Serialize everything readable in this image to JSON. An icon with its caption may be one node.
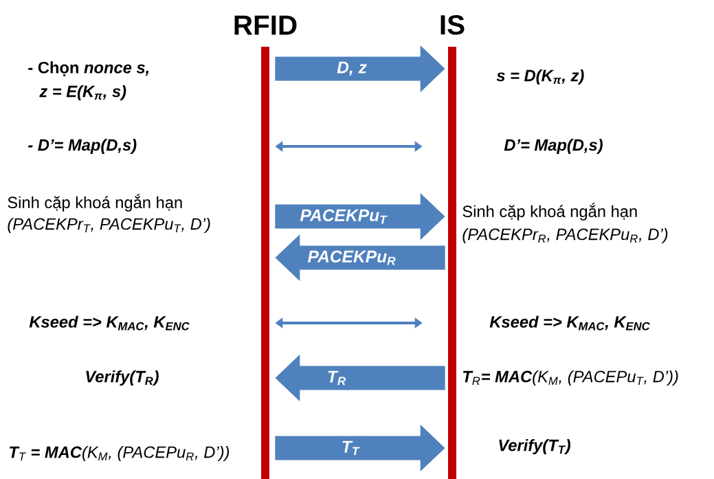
{
  "diagram": {
    "nodes": [
      {
        "text": [
          "RFID"
        ]
      },
      {
        "text": [
          "IS"
        ]
      }
    ],
    "edges": [
      {
        "from": 0,
        "to": 1,
        "arrow": "to",
        "label": "D, z"
      },
      {
        "from": 0,
        "to": 1,
        "arrow": "both"
      },
      {
        "from": 0,
        "to": 1,
        "arrow": "to",
        "label": "PACEKPu$_{T}$"
      },
      {
        "from": 1,
        "to": 0,
        "arrow": "to",
        "label": "PACEKPu$_{R}$"
      },
      {
        "from": 0,
        "to": 1,
        "arrow": "both"
      },
      {
        "from": 1,
        "to": 0,
        "arrow": "to",
        "label": "T$_{R}$"
      },
      {
        "from": 0,
        "to": 1,
        "arrow": "to",
        "label": "T$_{T}$"
      }
    ],
    "labels": [
      "- Chọn *nonce s,*",
      "z = E(K$_{π}$, s)",
      "s = D(K$_{π}$, z)",
      "- D’= Map(D,s)",
      "D’= Map(D,s)",
      "Sinh cặp khoá ngắn hạn",
      "(PACEKPr$_{T}$, PACEKPu$_{T}$, D’)",
      "Sinh cặp khoá ngắn hạn",
      "(PACEKPr$_{R}$, PACEKPu$_{R}$, D’)",
      "Kseed => K$_{MAC}$, K$_{ENC}$",
      "Kseed => K$_{MAC}$, K$_{ENC}$",
      "Verify(T$_{R}$)",
      "**T**$_{R}$**= MAC**(K$_{M}$, (PACEPu$_{T}$, D’))",
      "**T**$_{T}$ **= MAC**(K$_{M}$, (PACEPu$_{R}$, D’))",
      "Verify(T$_{T}$)"
    ]
  }
}
